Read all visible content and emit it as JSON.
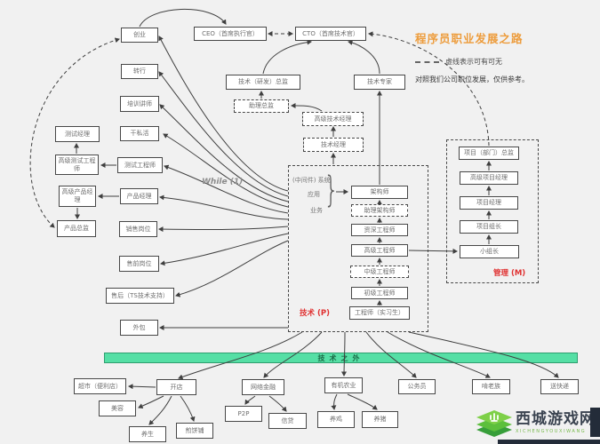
{
  "title": {
    "text": "程序员职业发展之路",
    "legend_text": "虚线表示可有可无",
    "note": "对照我们公司职位发展，仅供参考。"
  },
  "annotations": {
    "while_loop": "While (1)",
    "tech_track": "技术 (P)",
    "mgmt_track": "管理 (M)",
    "arch_middleware": "(中间件) 系统",
    "arch_app": "应用",
    "arch_biz": "业务",
    "brace": "}",
    "outside_tech_bar": "技术之外"
  },
  "nodes": {
    "startup": "创业",
    "career_change": "转行",
    "training_lecturer": "培训讲师",
    "side_jobs": "干私活",
    "test_engineer": "测试工程师",
    "senior_test_engineer": "高级测试工程师",
    "test_manager": "测试经理",
    "product_manager": "产品经理",
    "senior_product_manager": "高级产品经理",
    "product_director": "产品总监",
    "sales": "销售岗位",
    "presales": "售前岗位",
    "aftersales": "售后（TS技术支持）",
    "outsourcing": "外包",
    "ceo": "CEO（首席执行官）",
    "cto": "CTO（首席技术官）",
    "tech_rd_director": "技术（研发）总监",
    "tech_expert": "技术专家",
    "assistant_director": "助理总监",
    "senior_tech_manager": "高级技术经理",
    "tech_manager": "技术经理",
    "architect": "架构师",
    "assistant_architect": "助理架构师",
    "veteran_engineer": "资深工程师",
    "senior_engineer": "高级工程师",
    "mid_engineer": "中级工程师",
    "junior_engineer": "初级工程师",
    "intern_engineer": "工程师（实习生）",
    "project_dept_director": "项目（部门）总监",
    "senior_project_manager": "高级项目经理",
    "project_manager": "项目经理",
    "project_team_leader": "项目组长",
    "team_leader": "小组长",
    "open_shop": "开店",
    "convenience_store": "超市（便利店）",
    "beauty_salon": "美容",
    "wellness": "养生",
    "pancake_shop": "煎饼铺",
    "internet_finance": "网络金融",
    "p2p": "P2P",
    "credit_loan": "信贷",
    "organic_farming": "有机农业",
    "raise_chickens": "养鸡",
    "raise_pigs": "养猪",
    "civil_servant": "公务员",
    "neet": "啃老族",
    "courier": "送快递"
  },
  "watermark": {
    "site_name": "西城游戏网",
    "site_slug": "XICHENGYOUXIWANG"
  },
  "colors": {
    "title_orange": "#ED9C3C",
    "track_red": "#E03030",
    "bar_green": "#55DFA5",
    "bar_border": "#2E9E6F",
    "watermark_green": "#6CBE45",
    "watermark_dark": "#3A4350"
  }
}
